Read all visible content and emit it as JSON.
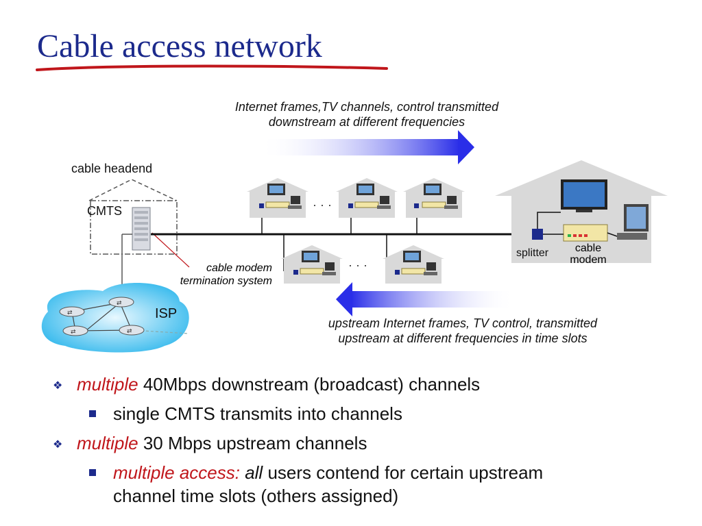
{
  "title": "Cable access network",
  "diagram": {
    "downstream_note_1": "Internet frames,TV channels, control  transmitted",
    "downstream_note_2": "downstream at different frequencies",
    "upstream_note_1": "upstream Internet frames, TV control,  transmitted",
    "upstream_note_2": "upstream at different frequencies in time slots",
    "headend_label": "cable headend",
    "cmts_label": "CMTS",
    "cmts_desc_1": "cable modem",
    "cmts_desc_2": "termination system",
    "isp_label": "ISP",
    "splitter_label": "splitter",
    "modem_label_1": "cable",
    "modem_label_2": "modem",
    "ellipsis": "· · ·"
  },
  "bullets": [
    {
      "em": "multiple",
      "text": " 40Mbps downstream (broadcast) channels"
    },
    {
      "text": "single CMTS transmits into channels"
    },
    {
      "em": "multiple",
      "text": " 30 Mbps upstream channels"
    },
    {
      "em": "multiple access:",
      "em2": " all",
      "text": " users contend for certain upstream",
      "cont": "channel time slots (others assigned)"
    }
  ],
  "colors": {
    "title": "#1c2a8c",
    "emphasis": "#c0161b",
    "arrow": "#2a2ee8",
    "underline": "#c0161b"
  }
}
